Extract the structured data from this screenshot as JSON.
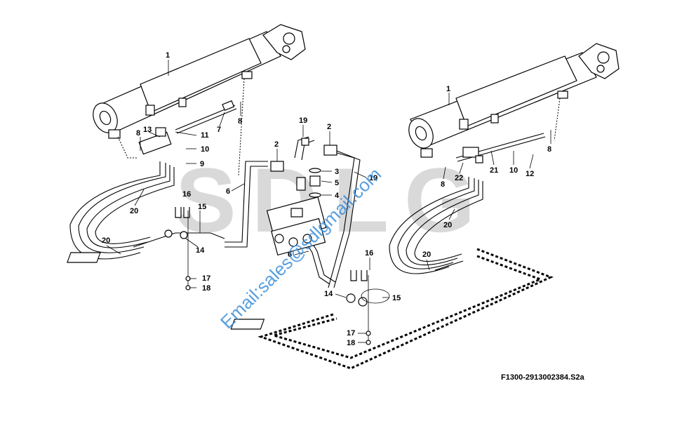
{
  "figure_code": "F1300-2913002384.S2a",
  "watermark": {
    "brand": "SDLG",
    "email": "Email:sales@sdlgmail.com"
  },
  "callouts": [
    "1",
    "13",
    "8",
    "11",
    "10",
    "9",
    "7",
    "8",
    "20",
    "16",
    "15",
    "20",
    "14",
    "17",
    "18",
    "19",
    "2",
    "2",
    "3",
    "5",
    "4",
    "6",
    "19",
    "6",
    "14",
    "17",
    "18",
    "16",
    "15",
    "1",
    "8",
    "22",
    "21",
    "10",
    "12",
    "8",
    "20",
    "20"
  ]
}
